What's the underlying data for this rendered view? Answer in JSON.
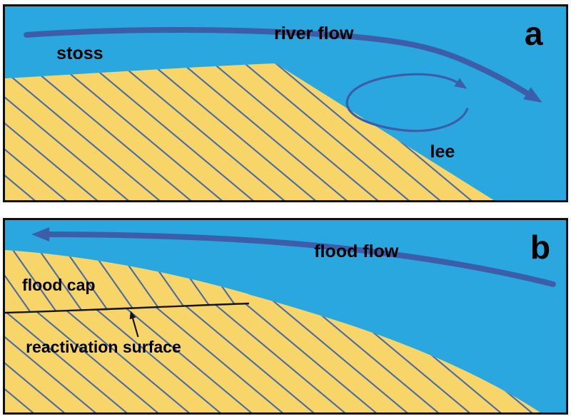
{
  "diagram": {
    "panel_a": {
      "corner_label": "a",
      "stoss_label": "stoss",
      "flow_label": "river flow",
      "lee_label": "lee"
    },
    "panel_b": {
      "corner_label": "b",
      "flow_label": "flood flow",
      "cap_label": "flood cap",
      "reactivation_label": "reactivation surface"
    }
  },
  "colors": {
    "water": "#2aa7df",
    "sand": "#f8d568",
    "flow-arrow": "#3c5ea9",
    "hatch": "#3f64ab",
    "label-text": "#000000",
    "reactivation-line": "#151515",
    "panel-border": "#101010"
  }
}
